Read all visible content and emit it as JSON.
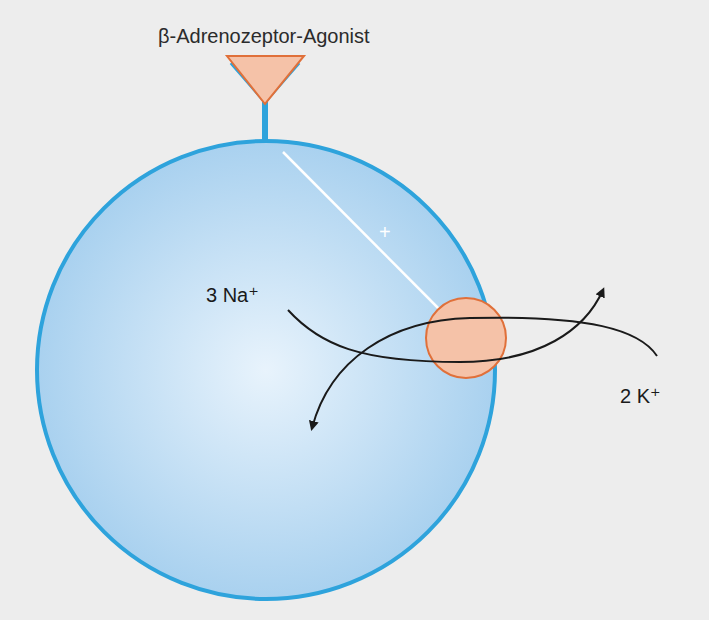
{
  "diagram": {
    "labels": [
      "β-Adrenozeptor-Agonist",
      "+",
      "3 Na⁺",
      "2 K⁺"
    ]
  }
}
